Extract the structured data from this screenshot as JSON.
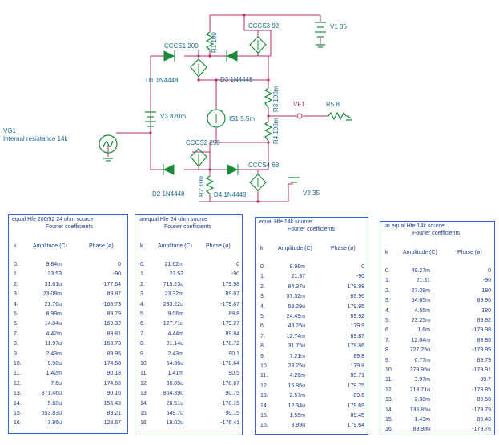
{
  "schematic": {
    "labels": {
      "vg1": "VG1",
      "vg1_note": "Internal resistance 14k",
      "cccs1": "CCCS1 200",
      "cccs2": "CCCS2 250",
      "cccs3": "CCCS3 92",
      "cccs4": "CCCS4 68",
      "d1": "D1 1N4448",
      "d2": "D2 1N4448",
      "d3": "D3 1N4448",
      "d4": "D4 1N4448",
      "r1": "R1 100",
      "r2": "R2 100",
      "r3": "R3 100m",
      "r4": "R4 100m",
      "r5": "R5 8",
      "v1": "V1 35",
      "v2": "V2 35",
      "v3": "V3 820m",
      "is1": "IS1 5.5m",
      "vf1": "VF1"
    },
    "colors": {
      "wire": "#b0306a",
      "component": "#1a8a3a",
      "node": "#b0306a",
      "label": "#1a6a8a"
    }
  },
  "panels": [
    {
      "title": "equal Hfe 200/92 24 ohm source",
      "subtitle": "Fourier coefficients",
      "headers": {
        "k": "k",
        "amp": "Amplitude (C)",
        "phase": "Phase (ø)"
      },
      "rows": [
        [
          "0.",
          "9.84m",
          "0"
        ],
        [
          "1.",
          "23.53",
          "-90"
        ],
        [
          "2.",
          "31.61u",
          "-177.64"
        ],
        [
          "3.",
          "23.08m",
          "89.87"
        ],
        [
          "4.",
          "21.76u",
          "-168.73"
        ],
        [
          "5.",
          "8.99m",
          "89.79"
        ],
        [
          "6.",
          "14.84u",
          "-169.32"
        ],
        [
          "7.",
          "4.42m",
          "89.81"
        ],
        [
          "8.",
          "11.97u",
          "-168.73"
        ],
        [
          "9.",
          "2.43m",
          "89.95"
        ],
        [
          "10.",
          "9.98u",
          "-174.58"
        ],
        [
          "11.",
          "1.42m",
          "90.18"
        ],
        [
          "12.",
          "7.6u",
          "174.68"
        ],
        [
          "13.",
          "871.46u",
          "90.16"
        ],
        [
          "14.",
          "5.68u",
          "156.43"
        ],
        [
          "15.",
          "553.83u",
          "89.21"
        ],
        [
          "16.",
          "3.95u",
          "128.67"
        ]
      ]
    },
    {
      "title": "unequal Hfe 24 ohm source",
      "subtitle": "Fourier coefficients",
      "headers": {
        "k": "k",
        "amp": "Amplitude (C)",
        "phase": "Phase (ø)"
      },
      "rows": [
        [
          "0.",
          "21.62m",
          "0"
        ],
        [
          "1.",
          "23.53",
          "-90"
        ],
        [
          "2.",
          "715.23u",
          "179.98"
        ],
        [
          "3.",
          "23.32m",
          "89.87"
        ],
        [
          "4.",
          "233.22u",
          "-179.87"
        ],
        [
          "5.",
          "9.06m",
          "89.8"
        ],
        [
          "6.",
          "127.71u",
          "-179.27"
        ],
        [
          "7.",
          "4.44m",
          "89.84"
        ],
        [
          "8.",
          "81.14u",
          "-178.72"
        ],
        [
          "9.",
          "2.43m",
          "90.1"
        ],
        [
          "10.",
          "54.86u",
          "-178.64"
        ],
        [
          "11.",
          "1.41m",
          "90.5"
        ],
        [
          "12.",
          "38.05u",
          "-178.67"
        ],
        [
          "13.",
          "864.89u",
          "90.75"
        ],
        [
          "14.",
          "26.51u",
          "-178.15"
        ],
        [
          "15.",
          "549.7u",
          "90.15"
        ],
        [
          "16.",
          "18.02u",
          "-176.41"
        ]
      ]
    },
    {
      "title": "equal Hfe 14k source",
      "subtitle": "Fourier coefficients",
      "headers": {
        "k": "k",
        "amp": "Amplitude (C)",
        "phase": "Phase (ø)"
      },
      "rows": [
        [
          "0.",
          "8.96m",
          "0"
        ],
        [
          "1.",
          "21.37",
          "-90"
        ],
        [
          "2.",
          "84.37u",
          "179.98"
        ],
        [
          "3.",
          "57.32m",
          "89.96"
        ],
        [
          "4.",
          "59.29u",
          "179.95"
        ],
        [
          "5.",
          "24.49m",
          "89.92"
        ],
        [
          "6.",
          "43.25u",
          "179.9"
        ],
        [
          "7.",
          "12.74m",
          "89.87"
        ],
        [
          "8.",
          "31.75u",
          "179.86"
        ],
        [
          "9.",
          "7.21m",
          "89.8"
        ],
        [
          "10.",
          "23.25u",
          "179.8"
        ],
        [
          "11.",
          "4.26m",
          "89.71"
        ],
        [
          "12.",
          "16.96u",
          "179.75"
        ],
        [
          "13.",
          "2.57m",
          "89.6"
        ],
        [
          "14.",
          "12.34u",
          "179.69"
        ],
        [
          "15.",
          "1.55m",
          "89.45"
        ],
        [
          "16.",
          "8.99u",
          "179.64"
        ]
      ]
    },
    {
      "title": "un equal Hfe 14k source",
      "subtitle": "Fourier coefficients",
      "headers": {
        "k": "k",
        "amp": "Amplitude (C)",
        "phase": "Phase (ø)"
      },
      "rows": [
        [
          "0.",
          "49.27m",
          "0"
        ],
        [
          "1.",
          "21.31",
          "-90"
        ],
        [
          "2.",
          "27.39m",
          "180"
        ],
        [
          "3.",
          "54.65m",
          "89.96"
        ],
        [
          "4.",
          "4.55m",
          "180"
        ],
        [
          "5.",
          "23.25m",
          "89.92"
        ],
        [
          "6.",
          "1.6m",
          "-179.98"
        ],
        [
          "7.",
          "12.04m",
          "89.86"
        ],
        [
          "8.",
          "727.25u",
          "-179.95"
        ],
        [
          "9.",
          "6.77m",
          "89.79"
        ],
        [
          "10.",
          "379.95u",
          "-179.91"
        ],
        [
          "11.",
          "3.97m",
          "89.7"
        ],
        [
          "12.",
          "218.71u",
          "-179.85"
        ],
        [
          "13.",
          "2.38m",
          "89.58"
        ],
        [
          "14.",
          "135.85u",
          "-179.79"
        ],
        [
          "15.",
          "1.43m",
          "89.43"
        ],
        [
          "16.",
          "89.98u",
          "-179.76"
        ]
      ]
    }
  ]
}
